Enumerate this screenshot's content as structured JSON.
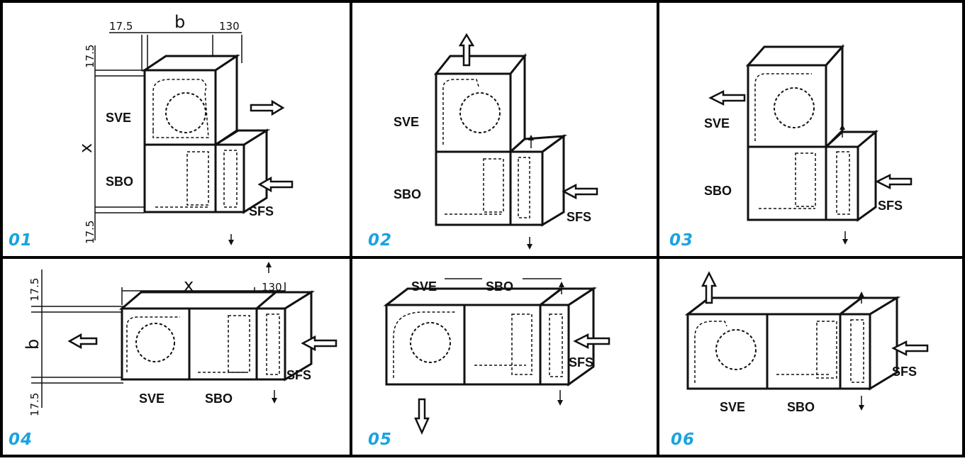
{
  "panels": [
    {
      "id": "01",
      "labels": {
        "top": "SVE",
        "bottom": "SBO",
        "side": "SFS"
      },
      "dims": {
        "left": "17.5",
        "b": "b",
        "right": "130",
        "top": "17.5",
        "x": "x",
        "bottom": "17.5"
      }
    },
    {
      "id": "02",
      "labels": {
        "top": "SVE",
        "bottom": "SBO",
        "side": "SFS"
      }
    },
    {
      "id": "03",
      "labels": {
        "top": "SVE",
        "bottom": "SBO",
        "side": "SFS"
      }
    },
    {
      "id": "04",
      "labels": {
        "a": "SVE",
        "b": "SBO",
        "side": "SFS"
      },
      "dims": {
        "x": "x",
        "right": "130",
        "top": "17.5",
        "b": "b",
        "bottom": "17.5"
      }
    },
    {
      "id": "05",
      "labels": {
        "a": "SVE",
        "b": "SBO",
        "side": "SFS"
      }
    },
    {
      "id": "06",
      "labels": {
        "a": "SVE",
        "b": "SBO",
        "side": "SFS"
      }
    }
  ],
  "colors": {
    "panel_number": "#1aa3e0",
    "frame": "#000000",
    "drawing": "#111111"
  }
}
